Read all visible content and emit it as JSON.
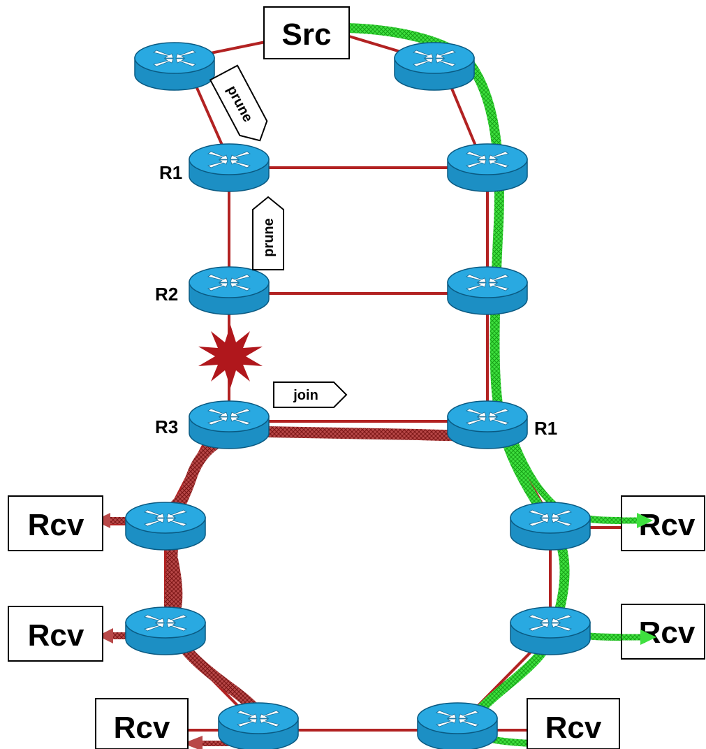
{
  "diagram": {
    "colors": {
      "link": "#b22222",
      "router_body": "#1c8fc4",
      "router_top": "#29a9e1",
      "router_edge": "#0a5a82",
      "failure": "#b0171c",
      "red_tree": "#b22222",
      "green_tree": "#22dd22",
      "box_border": "#000000",
      "box_fill": "#ffffff"
    },
    "routers": [
      {
        "id": "r_top_left",
        "label": ""
      },
      {
        "id": "r_top_right",
        "label": ""
      },
      {
        "id": "r_left_1",
        "label": "R1"
      },
      {
        "id": "r_right_1",
        "label": ""
      },
      {
        "id": "r_left_2",
        "label": "R2"
      },
      {
        "id": "r_right_2",
        "label": ""
      },
      {
        "id": "r_left_3",
        "label": "R3"
      },
      {
        "id": "r_right_3",
        "label": "R1"
      },
      {
        "id": "r_ring_left_a",
        "label": ""
      },
      {
        "id": "r_ring_right_a",
        "label": ""
      },
      {
        "id": "r_ring_left_b",
        "label": ""
      },
      {
        "id": "r_ring_right_b",
        "label": ""
      },
      {
        "id": "r_ring_bottom_left",
        "label": ""
      },
      {
        "id": "r_ring_bottom_right",
        "label": ""
      }
    ],
    "hosts": [
      {
        "id": "src",
        "label": "Src"
      },
      {
        "id": "rcv_left_1",
        "label": "Rcv"
      },
      {
        "id": "rcv_left_2",
        "label": "Rcv"
      },
      {
        "id": "rcv_bottom_left",
        "label": "Rcv"
      },
      {
        "id": "rcv_bottom_right",
        "label": "Rcv"
      },
      {
        "id": "rcv_right_1",
        "label": "Rcv"
      },
      {
        "id": "rcv_right_2",
        "label": "Rcv"
      }
    ],
    "messages": [
      {
        "id": "prune_top",
        "label": "prune"
      },
      {
        "id": "prune_mid",
        "label": "prune"
      },
      {
        "id": "join",
        "label": "join"
      }
    ],
    "icons": {
      "router": "router-icon",
      "failure": "explosion-icon",
      "message": "message-arrow-icon"
    }
  }
}
